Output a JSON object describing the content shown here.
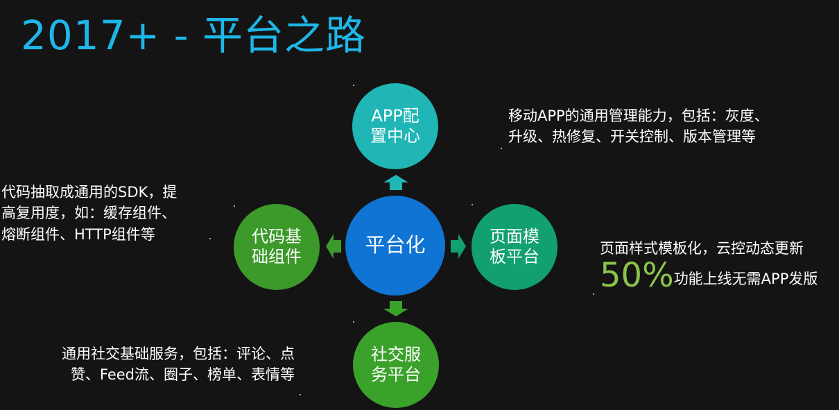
{
  "title": "2017+ - 平台之路",
  "nodes": {
    "center": "平台化",
    "top": [
      "APP配",
      "置中心"
    ],
    "left": [
      "代码基",
      "础组件"
    ],
    "right": [
      "页面模",
      "板平台"
    ],
    "bottom": [
      "社交服",
      "务平台"
    ]
  },
  "descriptions": {
    "top": [
      "移动APP的通用管理能力，包括：灰度、",
      "升级、热修复、开关控制、版本管理等"
    ],
    "left": [
      "代码抽取成通用的SDK，提",
      "高复用度，如：缓存组件、",
      "熔断组件、HTTP组件等"
    ],
    "right": {
      "line1": "页面样式模板化，云控动态更新",
      "big": "50%",
      "line2_suffix": "功能上线无需APP发版"
    },
    "bottom": [
      "通用社交基础服务，包括：评论、点",
      "赞、Feed流、圈子、榜单、表情等"
    ]
  },
  "colors": {
    "title": "#1fb6e8",
    "center": "#1074d4",
    "top": "#20b6b6",
    "left": "#3c9a2a",
    "right": "#12a070",
    "bottom": "#3aa22a",
    "highlight": "#8bc34a"
  }
}
